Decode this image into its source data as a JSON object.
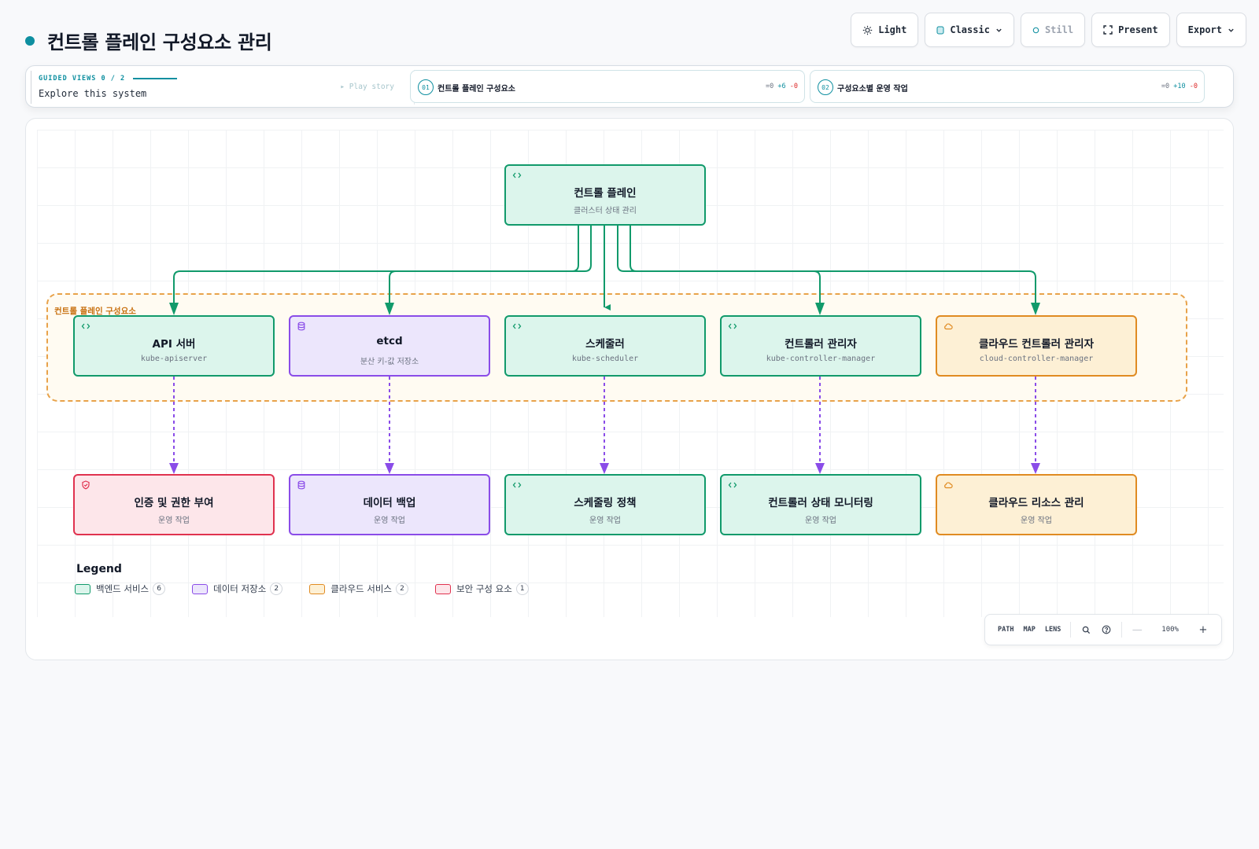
{
  "header": {
    "title": "컨트롤 플레인 구성요소 관리"
  },
  "toolbar": {
    "theme_label": "Light",
    "style_label": "Classic",
    "motion_label": "Still",
    "present_label": "Present",
    "export_label": "Export"
  },
  "guided": {
    "label": "GUIDED VIEWS 0 / 2",
    "subtitle": "Explore this system",
    "play_label": "▸ Play story",
    "views": [
      {
        "num": "01",
        "label": "컨트롤 플레인 구성요소",
        "eq": "=0",
        "plus": "+6",
        "minus": "-0"
      },
      {
        "num": "02",
        "label": "구성요소별 운영 작업",
        "eq": "=0",
        "plus": "+10",
        "minus": "-0"
      }
    ]
  },
  "diagram": {
    "group_label": "컨트롤 플레인 구성요소",
    "root": {
      "title": "컨트롤 플레인",
      "subtitle": "클러스터 상태 관리",
      "icon": "code-icon"
    },
    "components": [
      {
        "title": "API 서버",
        "subtitle": "kube-apiserver",
        "icon": "code-icon",
        "kind": "green"
      },
      {
        "title": "etcd",
        "subtitle": "분산 키-값 저장소",
        "icon": "database-icon",
        "kind": "purple"
      },
      {
        "title": "스케줄러",
        "subtitle": "kube-scheduler",
        "icon": "code-icon",
        "kind": "green"
      },
      {
        "title": "컨트롤러 관리자",
        "subtitle": "kube-controller-manager",
        "icon": "code-icon",
        "kind": "green"
      },
      {
        "title": "클라우드 컨트롤러 관리자",
        "subtitle": "cloud-controller-manager",
        "icon": "cloud-icon",
        "kind": "orange"
      }
    ],
    "tasks": [
      {
        "title": "인증 및 권한 부여",
        "subtitle": "운영 작업",
        "icon": "shield-icon",
        "kind": "red"
      },
      {
        "title": "데이터 백업",
        "subtitle": "운영 작업",
        "icon": "database-icon",
        "kind": "purple"
      },
      {
        "title": "스케줄링 정책",
        "subtitle": "운영 작업",
        "icon": "code-icon",
        "kind": "green"
      },
      {
        "title": "컨트롤러 상태 모니터링",
        "subtitle": "운영 작업",
        "icon": "code-icon",
        "kind": "green"
      },
      {
        "title": "클라우드 리소스 관리",
        "subtitle": "운영 작업",
        "icon": "cloud-icon",
        "kind": "orange"
      }
    ]
  },
  "legend": {
    "title": "Legend",
    "items": [
      {
        "label": "백엔드 서비스",
        "count": "6",
        "color": "#119a6b",
        "fill": "#dcf5ec"
      },
      {
        "label": "데이터 저장소",
        "count": "2",
        "color": "#8a4ce8",
        "fill": "#ece6fc"
      },
      {
        "label": "클라우드 서비스",
        "count": "2",
        "color": "#e08b22",
        "fill": "#fdf0d5"
      },
      {
        "label": "보안 구성 요소",
        "count": "1",
        "color": "#e0324f",
        "fill": "#fde6ea"
      }
    ]
  },
  "tools": {
    "path": "PATH",
    "map": "MAP",
    "lens": "LENS",
    "zoom": "100%",
    "minus": "—",
    "plus": "+"
  },
  "colors": {
    "accent": "#0e8fa0",
    "green": "#119a6b",
    "purple": "#8a4ce8",
    "orange": "#e08b22",
    "red": "#e0324f"
  }
}
